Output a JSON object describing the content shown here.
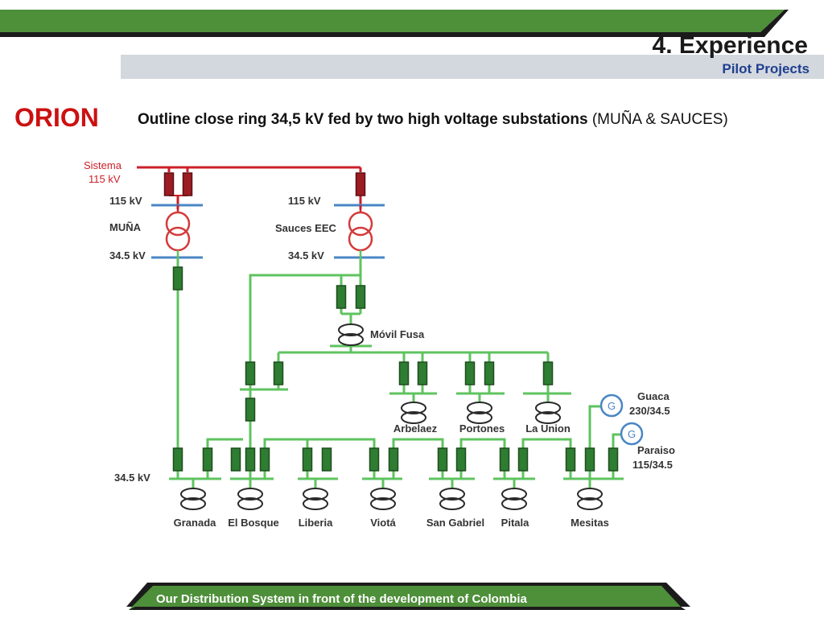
{
  "header": {
    "title": "4. Experience",
    "subtitle": "Pilot Projects",
    "colors": {
      "green": "#4e8f3a",
      "dark": "#1b1b1b",
      "band": "#d3d8de"
    }
  },
  "brand": "ORION",
  "description": {
    "bold": "Outline close ring 34,5 kV fed by two high voltage substations",
    "normal": " (MUÑA & SAUCES)"
  },
  "diagram": {
    "colors": {
      "ring": "#5fc35f",
      "hv": "#cc1f28",
      "bus": "#4a86c5",
      "transformer": "#d43a3a"
    },
    "system_label_1": "Sistema",
    "system_label_2": "115 kV",
    "muna": {
      "hv": "115 kV",
      "name": "MUÑA",
      "mv": "34.5 kV"
    },
    "sauces": {
      "hv": "115 kV",
      "name": "Sauces EEC",
      "mv": "34.5 kV"
    },
    "movil": "Móvil Fusa",
    "upper_substations": [
      "Arbelaez",
      "Portones",
      "La Union"
    ],
    "lower_substations": [
      "Granada",
      "El Bosque",
      "Liberia",
      "Viotá",
      "San Gabriel",
      "Pitala",
      "Mesitas"
    ],
    "bus_voltage": "34.5 kV",
    "generators": [
      {
        "symbol": "G",
        "name": "Guaca",
        "rating": "230/34.5"
      },
      {
        "symbol": "G",
        "name": "Paraiso",
        "rating": "115/34.5"
      }
    ]
  },
  "footer": "Our Distribution System in front of the development of Colombia"
}
